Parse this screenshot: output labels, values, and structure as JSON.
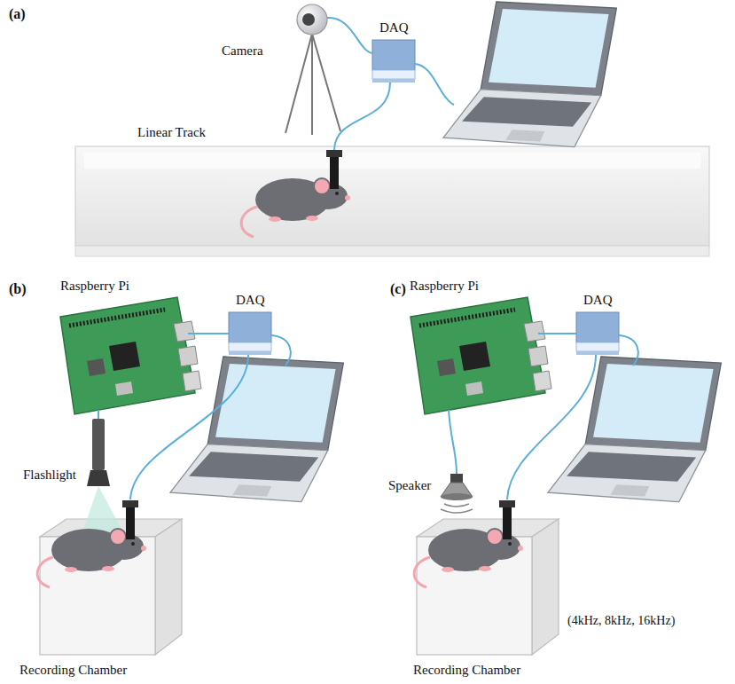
{
  "diagram": {
    "labels": [
      "(a)",
      "Camera",
      "DAQ",
      "Linear Track",
      "(b)",
      "Raspberry Pi",
      "DAQ",
      "Flashlight",
      "Recording Chamber",
      "(c)",
      "Raspberry Pi",
      "DAQ",
      "Speaker",
      "(4kHz, 8kHz, 16kHz)",
      "Recording Chamber"
    ]
  }
}
